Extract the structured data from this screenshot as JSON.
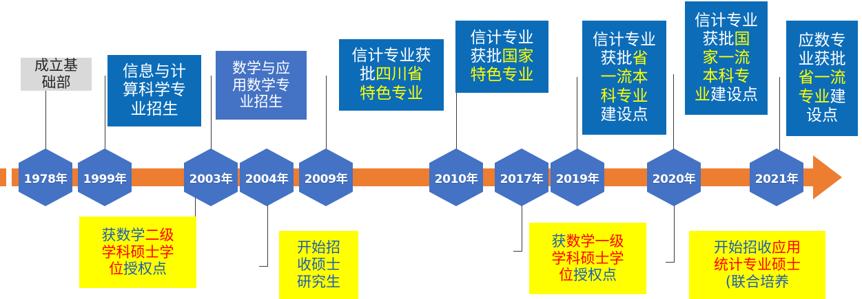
{
  "title": "学科专业发展历程时间轴",
  "theme": {
    "axis_color": "#ED7D31",
    "hex_color": "#4472C4",
    "deep_blue": "#0C6CB8",
    "mid_blue": "#4472C4",
    "gray": "#D9D9D9",
    "yellow": "#FFFF00",
    "red": "#FF0000",
    "blue_text": "#1F5FAD"
  },
  "milestones": [
    {
      "year": "1978年"
    },
    {
      "year": "1999年"
    },
    {
      "year": "2003年"
    },
    {
      "year": "2004年"
    },
    {
      "year": "2009年"
    },
    {
      "year": "2010年"
    },
    {
      "year": "2017年"
    },
    {
      "year": "2019年"
    },
    {
      "year": "2020年"
    },
    {
      "year": "2021年"
    }
  ],
  "top_callouts": [
    {
      "id": "founding",
      "style": "gray",
      "lines": [
        {
          "segments": [
            {
              "text": "成立基"
            }
          ]
        },
        {
          "segments": [
            {
              "text": "础部"
            }
          ]
        }
      ]
    },
    {
      "id": "info-computing-enrollment",
      "style": "deep",
      "lines": [
        {
          "segments": [
            {
              "text": "信息与计"
            }
          ]
        },
        {
          "segments": [
            {
              "text": "算科学专"
            }
          ]
        },
        {
          "segments": [
            {
              "text": "业招生"
            }
          ]
        }
      ]
    },
    {
      "id": "applied-math-enrollment",
      "style": "mid",
      "lines": [
        {
          "segments": [
            {
              "text": "数学与应"
            }
          ]
        },
        {
          "segments": [
            {
              "text": "用数学专"
            }
          ]
        },
        {
          "segments": [
            {
              "text": "业招生"
            }
          ]
        }
      ]
    },
    {
      "id": "sichuan-specialty",
      "style": "deep",
      "lines": [
        {
          "segments": [
            {
              "text": "信计专业获"
            }
          ]
        },
        {
          "segments": [
            {
              "text": "批"
            },
            {
              "text": "四川省",
              "hl": true
            }
          ]
        },
        {
          "segments": [
            {
              "text": "特色专业",
              "hl": true
            }
          ]
        }
      ]
    },
    {
      "id": "national-specialty",
      "style": "deep",
      "lines": [
        {
          "segments": [
            {
              "text": "信计专业"
            }
          ]
        },
        {
          "segments": [
            {
              "text": "获批"
            },
            {
              "text": "国家",
              "hl": true
            }
          ]
        },
        {
          "segments": [
            {
              "text": "特色专业",
              "hl": true
            }
          ]
        }
      ]
    },
    {
      "id": "provincial-first-class-undergrad",
      "style": "deep",
      "lines": [
        {
          "segments": [
            {
              "text": "信计专业"
            }
          ]
        },
        {
          "segments": [
            {
              "text": "获批"
            },
            {
              "text": "省",
              "hl": true
            }
          ]
        },
        {
          "segments": [
            {
              "text": "一流本",
              "hl": true
            }
          ]
        },
        {
          "segments": [
            {
              "text": "科专业",
              "hl": true
            }
          ]
        },
        {
          "segments": [
            {
              "text": "建设点"
            }
          ]
        }
      ]
    },
    {
      "id": "national-first-class-undergrad",
      "style": "deep",
      "lines": [
        {
          "segments": [
            {
              "text": "信计专业"
            }
          ]
        },
        {
          "segments": [
            {
              "text": "获批"
            },
            {
              "text": "国",
              "hl": true
            }
          ]
        },
        {
          "segments": [
            {
              "text": "家一流",
              "hl": true
            }
          ]
        },
        {
          "segments": [
            {
              "text": "本科专",
              "hl": true
            }
          ]
        },
        {
          "segments": [
            {
              "text": "业",
              "hl": true
            },
            {
              "text": "建设点"
            }
          ]
        }
      ]
    },
    {
      "id": "applied-math-provincial-first-class",
      "style": "deep",
      "lines": [
        {
          "segments": [
            {
              "text": "应数专"
            }
          ]
        },
        {
          "segments": [
            {
              "text": "业获批"
            }
          ]
        },
        {
          "segments": [
            {
              "text": "省一流",
              "hl": true
            }
          ]
        },
        {
          "segments": [
            {
              "text": "专业",
              "hl": true
            },
            {
              "text": "建"
            }
          ]
        },
        {
          "segments": [
            {
              "text": "设点"
            }
          ]
        }
      ]
    }
  ],
  "bottom_callouts": [
    {
      "id": "master-second-level",
      "lines": [
        {
          "segments": [
            {
              "text": "获数学",
              "color": "blue"
            },
            {
              "text": "二级",
              "color": "red"
            }
          ]
        },
        {
          "segments": [
            {
              "text": "学科硕士学",
              "color": "red"
            }
          ]
        },
        {
          "segments": [
            {
              "text": "位",
              "color": "red"
            },
            {
              "text": "授权点",
              "color": "blue"
            }
          ]
        }
      ]
    },
    {
      "id": "start-master-enrollment",
      "lines": [
        {
          "segments": [
            {
              "text": "开始招",
              "color": "blue"
            }
          ]
        },
        {
          "segments": [
            {
              "text": "收硕士",
              "color": "blue"
            }
          ]
        },
        {
          "segments": [
            {
              "text": "研究生",
              "color": "blue"
            }
          ]
        }
      ]
    },
    {
      "id": "master-first-level",
      "lines": [
        {
          "segments": [
            {
              "text": "获",
              "color": "blue"
            },
            {
              "text": "数学一级",
              "color": "red"
            }
          ]
        },
        {
          "segments": [
            {
              "text": "学科硕士学",
              "color": "red"
            }
          ]
        },
        {
          "segments": [
            {
              "text": "位",
              "color": "red"
            },
            {
              "text": "授权点",
              "color": "blue"
            }
          ]
        }
      ]
    },
    {
      "id": "applied-statistics-master",
      "lines": [
        {
          "segments": [
            {
              "text": "开始招收",
              "color": "blue"
            },
            {
              "text": "应用",
              "color": "red"
            }
          ]
        },
        {
          "segments": [
            {
              "text": "统计专业硕士",
              "color": "red"
            }
          ]
        },
        {
          "segments": [
            {
              "text": "(联合培养",
              "color": "blue"
            }
          ]
        }
      ]
    }
  ]
}
